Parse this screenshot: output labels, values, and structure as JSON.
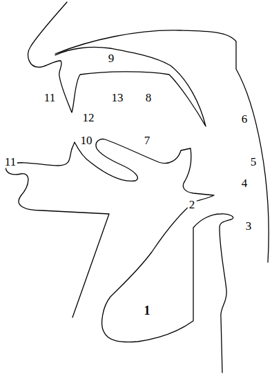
{
  "diagram": {
    "labels": [
      "9",
      "11",
      "13",
      "8",
      "12",
      "6",
      "10",
      "7",
      "11",
      "5",
      "4",
      "2",
      "3",
      "1"
    ]
  }
}
